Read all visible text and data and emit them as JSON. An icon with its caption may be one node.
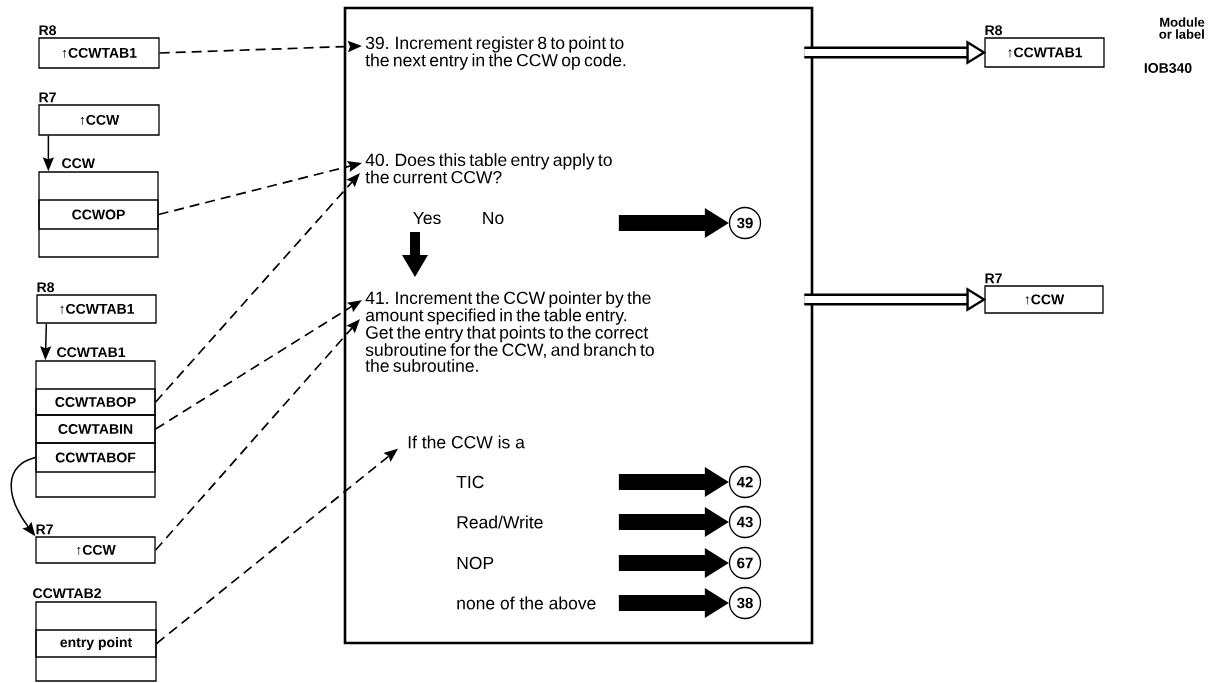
{
  "diagram": {
    "nodes": [
      {
        "text": [
          "R8",
          "↑CCWTAB1"
        ]
      },
      {
        "text": [
          "R7",
          "↑CCW"
        ]
      },
      {
        "text": [
          "CCW"
        ]
      },
      {
        "text": [
          "CCWOP"
        ],
        "in": 2
      },
      {
        "text": [
          "R8",
          "↑CCWTAB1"
        ]
      },
      {
        "text": [
          "CCWTAB1"
        ]
      },
      {
        "text": [
          "CCWTABOP"
        ],
        "in": 5
      },
      {
        "text": [
          "CCWTABIN"
        ],
        "in": 5
      },
      {
        "text": [
          "CCWTABOF"
        ],
        "in": 5
      },
      {
        "text": [
          "R7",
          "↑CCW"
        ]
      },
      {
        "text": [
          "CCWTAB2"
        ]
      },
      {
        "text": [
          "entry point"
        ],
        "in": 10
      },
      {
        "text": [],
        "shape": "box"
      },
      {
        "text": [
          "39. Increment register 8 to point to the next entry in the CCW op code."
        ],
        "in": 12
      },
      {
        "text": [
          "40. Does this table entry apply to the current CCW?"
        ],
        "in": 12
      },
      {
        "text": [
          "41. Increment the CCW pointer by the amount specified in the table entry.  Get the entry that points to the correct subroutine for the CCW, and branch to the subroutine."
        ],
        "in": 12
      },
      {
        "text": [
          "If the CCW is a"
        ],
        "in": 12
      },
      {
        "text": [
          "TIC"
        ],
        "in": 12
      },
      {
        "text": [
          "Read/Write"
        ],
        "in": 12
      },
      {
        "text": [
          "NOP"
        ],
        "in": 12
      },
      {
        "text": [
          "none of the above"
        ],
        "in": 12
      },
      {
        "text": [
          "39"
        ],
        "in": 12
      },
      {
        "text": [
          "42"
        ],
        "in": 12
      },
      {
        "text": [
          "43"
        ],
        "in": 12
      },
      {
        "text": [
          "67"
        ],
        "in": 12
      },
      {
        "text": [
          "38"
        ],
        "in": 12
      },
      {
        "text": [
          "R8",
          "↑CCWTAB1"
        ]
      },
      {
        "text": [
          "R7",
          "↑CCW"
        ]
      }
    ],
    "edges": [
      {
        "from": 0,
        "to": 13,
        "arrow": "to",
        "style": "dashed"
      },
      {
        "from": 1,
        "to": 2,
        "arrow": "to"
      },
      {
        "from": 3,
        "to": 14,
        "arrow": "to",
        "style": "dashed"
      },
      {
        "from": 6,
        "to": 14,
        "arrow": "to",
        "style": "dashed"
      },
      {
        "from": 4,
        "to": 5,
        "arrow": "to"
      },
      {
        "from": 7,
        "to": 15,
        "arrow": "to",
        "style": "dashed"
      },
      {
        "from": 8,
        "to": 9,
        "arrow": "to"
      },
      {
        "from": 9,
        "to": 15,
        "arrow": "to",
        "style": "dashed"
      },
      {
        "from": 11,
        "to": 16,
        "arrow": "to",
        "style": "dashed"
      },
      {
        "from": null,
        "to": 15,
        "arrow": "to",
        "style": "thick"
      },
      {
        "from": null,
        "to": 21,
        "arrow": "to",
        "style": "thick"
      },
      {
        "from": null,
        "to": 22,
        "arrow": "to",
        "style": "thick"
      },
      {
        "from": null,
        "to": 23,
        "arrow": "to",
        "style": "thick"
      },
      {
        "from": null,
        "to": 24,
        "arrow": "to",
        "style": "thick"
      },
      {
        "from": null,
        "to": 25,
        "arrow": "to",
        "style": "thick"
      },
      {
        "from": 12,
        "to": 26,
        "arrow": "to",
        "style": "thick"
      },
      {
        "from": 12,
        "to": 27,
        "arrow": "to",
        "style": "thick"
      }
    ],
    "labels": [
      "Module or label",
      "IOB340",
      "Yes",
      "No"
    ]
  }
}
